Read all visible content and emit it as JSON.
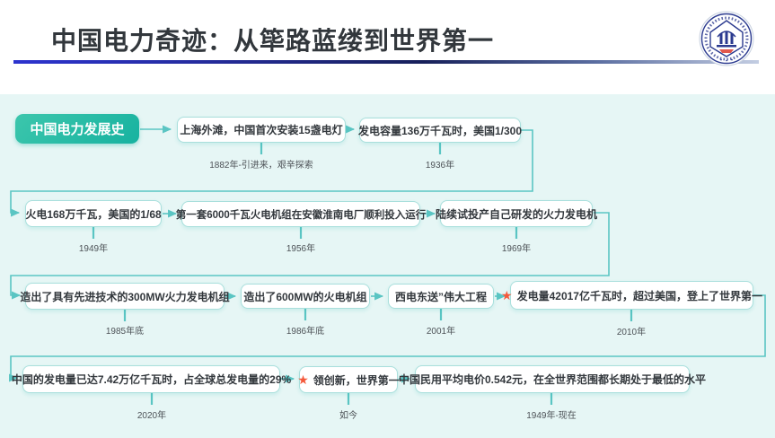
{
  "slide": {
    "title": "中国电力奇迹：从筚路蓝缕到世界第一"
  },
  "colors": {
    "panel_bg": "#e6f6f5",
    "line_teal": "#5ac5c3",
    "box_border": "#a9dfdc",
    "root_box_teal": "#1fb5a2",
    "star_red": "#f4593b",
    "underline_blue_left": "#2c33cf",
    "underline_navy_mid": "#17205a",
    "underline_light_right": "#c3cde2",
    "title_text": "#32373c"
  },
  "flow": {
    "root_label": "中国电力发展史",
    "nodes": [
      {
        "text": "上海外滩，中国首次安装15盏电灯",
        "date": "1882年-引进来，艰辛探索"
      },
      {
        "text": "发电容量136万千瓦时，美国1/300",
        "date": "1936年"
      },
      {
        "text": "火电168万千瓦，美国的1/68",
        "date": "1949年"
      },
      {
        "text": "第一套6000千瓦火电机组在安徽淮南电厂顺利投入运行",
        "date": "1956年"
      },
      {
        "text": "陆续试投产自己研发的火力发电机",
        "date": "1969年"
      },
      {
        "text": "造出了具有先进技术的300MW火力发电机组",
        "date": "1985年底"
      },
      {
        "text": "造出了600MW的火电机组",
        "date": "1986年底"
      },
      {
        "text": "西电东送”伟大工程",
        "date": "2001年"
      },
      {
        "text": "发电量42017亿千瓦时，超过美国，登上了世界第一",
        "date": "2010年",
        "starred": true
      },
      {
        "text": "中国的发电量已达7.42万亿千瓦时，占全球总发电量的29%",
        "date": "2020年"
      },
      {
        "text": "领创新，世界第一",
        "date": "如今",
        "starred": true
      },
      {
        "text": "中国民用平均电价0.542元，在全世界范围都长期处于最低的水平",
        "date": "1949年-现在"
      }
    ]
  }
}
